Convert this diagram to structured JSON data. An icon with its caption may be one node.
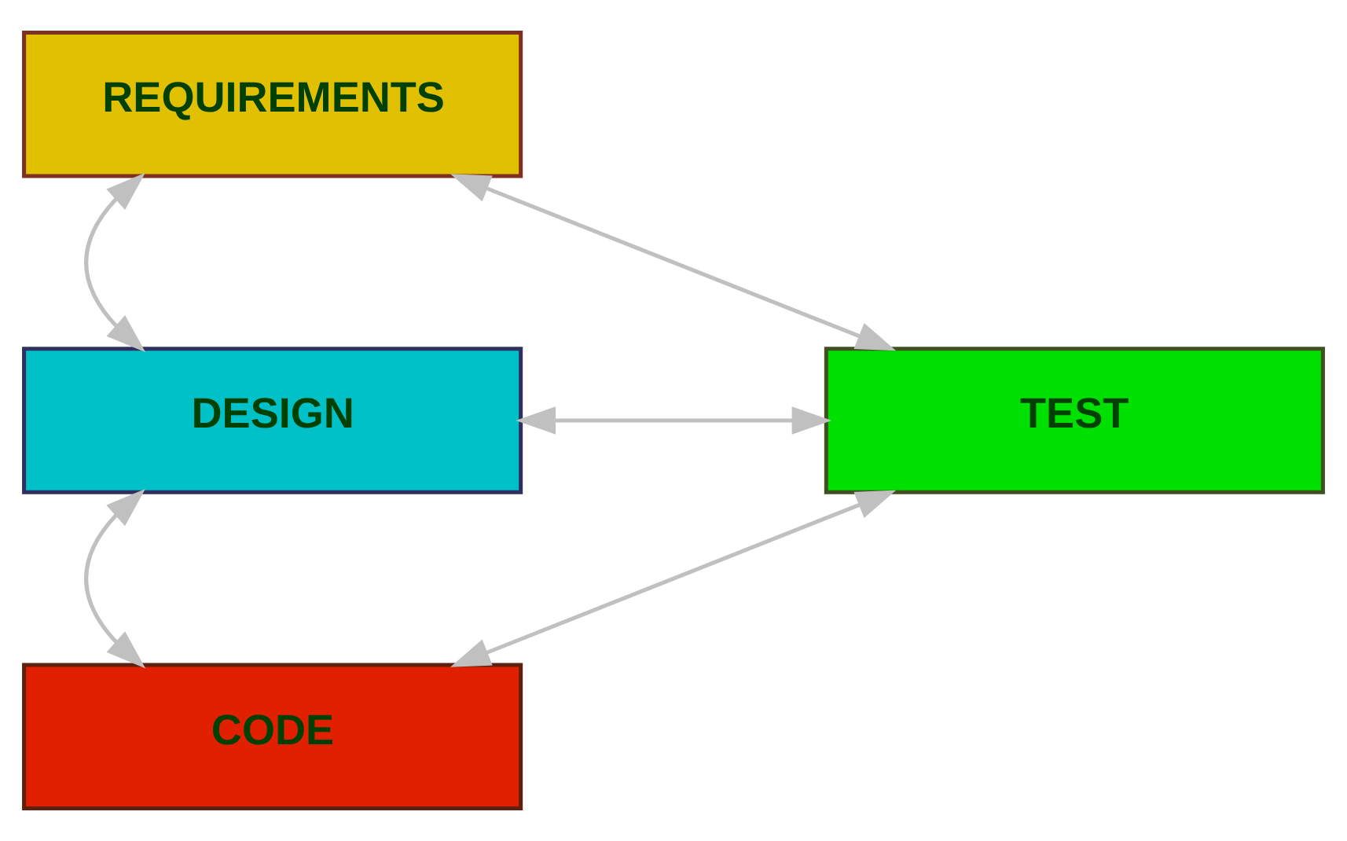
{
  "diagram": {
    "nodes": [
      {
        "text": [
          "REQUIREMENTS"
        ]
      },
      {
        "text": [
          "DESIGN"
        ]
      },
      {
        "text": [
          "CODE"
        ]
      },
      {
        "text": [
          "TEST"
        ]
      }
    ],
    "edges": [
      {
        "from": 0,
        "to": 1,
        "arrow": "both"
      },
      {
        "from": 1,
        "to": 2,
        "arrow": "both"
      },
      {
        "from": 1,
        "to": 3,
        "arrow": "both"
      },
      {
        "from": 0,
        "to": 3,
        "arrow": "both"
      },
      {
        "from": 2,
        "to": 3,
        "arrow": "both"
      }
    ]
  }
}
